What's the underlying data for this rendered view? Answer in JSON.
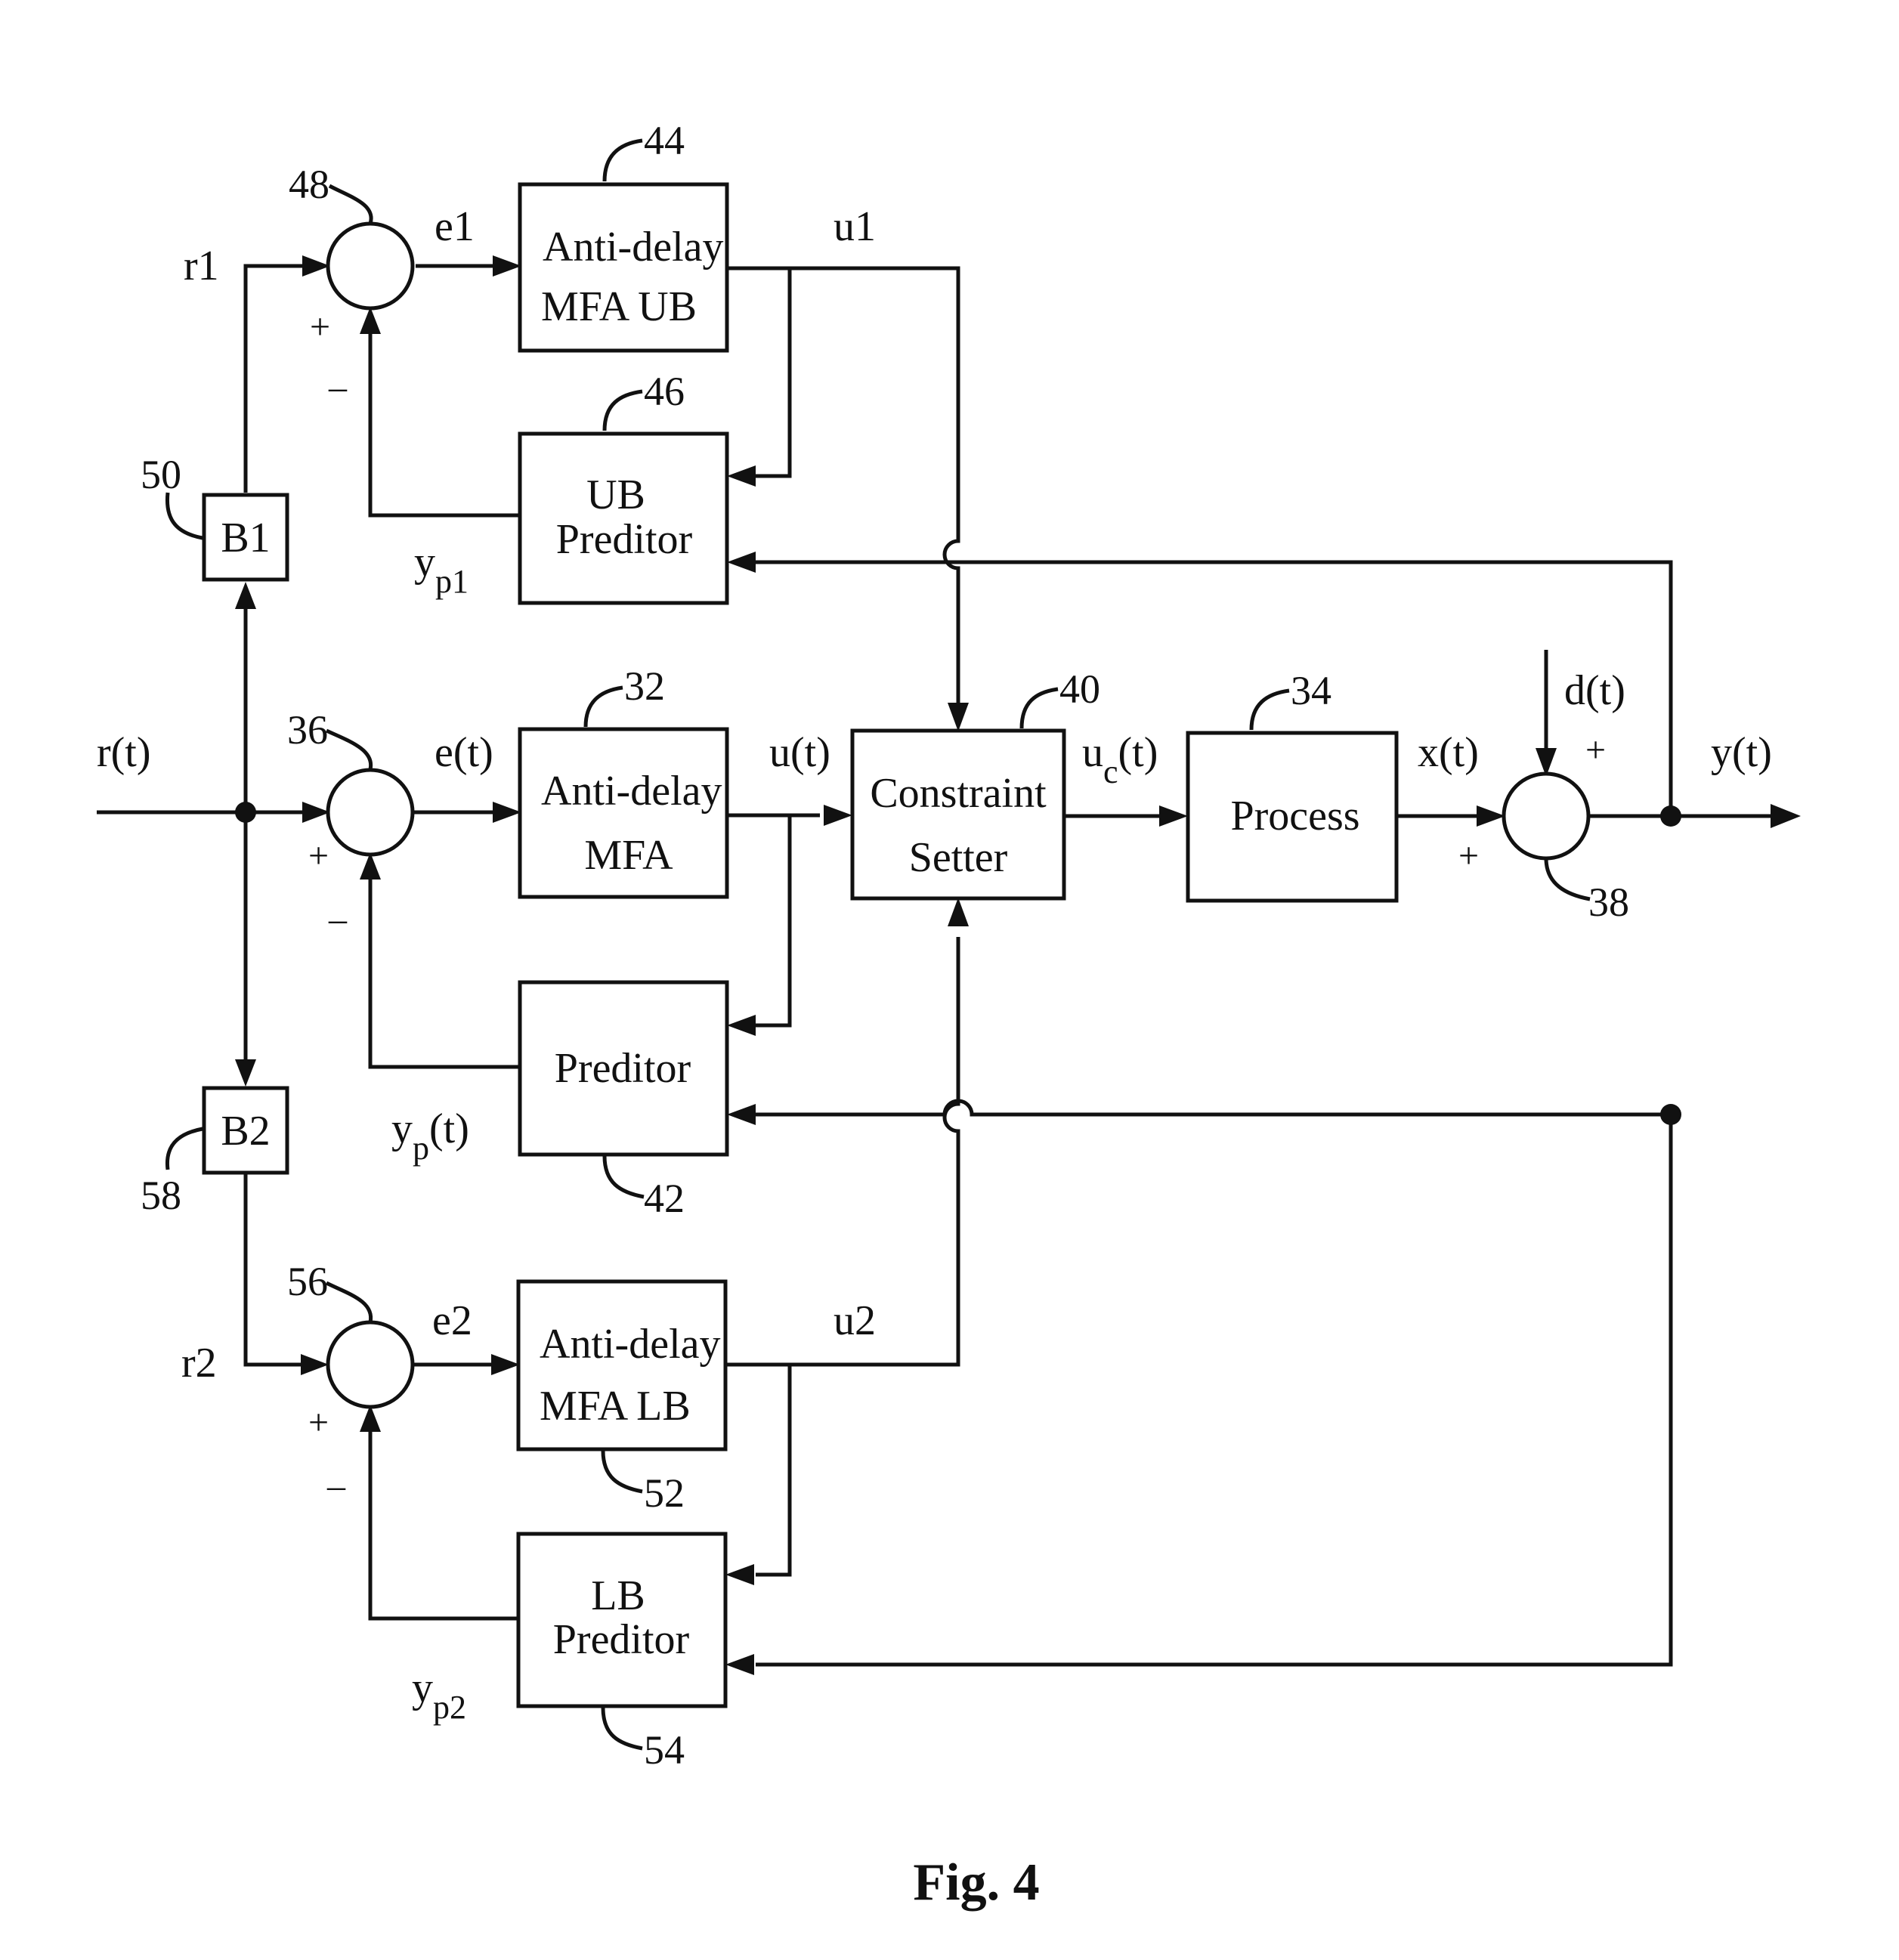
{
  "blocks": {
    "mfa_ub": {
      "line1": "Anti-delay",
      "line2": "MFA UB",
      "ref": "44"
    },
    "ub_predictor": {
      "line1": "UB",
      "line2": "Preditor",
      "ref": "46"
    },
    "b1": {
      "label": "B1",
      "ref": "50"
    },
    "mfa": {
      "line1": "Anti-delay",
      "line2": "MFA",
      "ref": "32"
    },
    "predictor": {
      "label": "Preditor",
      "ref": "42"
    },
    "constraint_setter": {
      "line1": "Constraint",
      "line2": "Setter",
      "ref": "40"
    },
    "process": {
      "label": "Process",
      "ref": "34"
    },
    "b2": {
      "label": "B2",
      "ref": "58"
    },
    "mfa_lb": {
      "line1": "Anti-delay",
      "line2": "MFA LB",
      "ref": "52"
    },
    "lb_predictor": {
      "line1": "LB",
      "line2": "Preditor",
      "ref": "54"
    }
  },
  "junctions": {
    "j48": {
      "ref": "48"
    },
    "j36": {
      "ref": "36"
    },
    "j56": {
      "ref": "56"
    },
    "j38": {
      "ref": "38"
    }
  },
  "signals": {
    "r1": "r1",
    "e1": "e1",
    "u1": "u1",
    "yp1_base": "y",
    "yp1_sub": "p1",
    "rt": "r(t)",
    "et": "e(t)",
    "ut": "u(t)",
    "uc_base": "u",
    "uc_sub": "c",
    "uc_arg": "(t)",
    "xt": "x(t)",
    "dt": "d(t)",
    "yt": "y(t)",
    "ypt_base": "y",
    "ypt_sub": "p",
    "ypt_arg": "(t)",
    "r2": "r2",
    "e2": "e2",
    "u2": "u2",
    "yp2_base": "y",
    "yp2_sub": "p2"
  },
  "signs": {
    "plus": "+",
    "minus": "–"
  },
  "figure": {
    "caption": "Fig. 4"
  }
}
